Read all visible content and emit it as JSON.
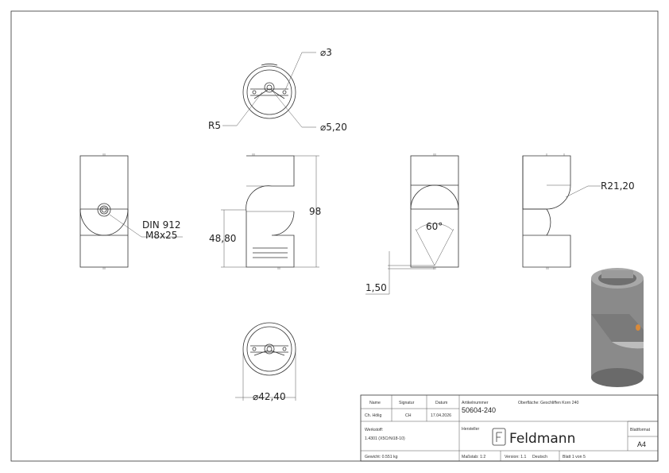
{
  "dimensions": {
    "hole_dia": "⌀3",
    "radius_small": "R5",
    "bore_dia": "⌀5,20",
    "thread_line1": "DIN 912",
    "thread_line2": "M8x25",
    "height_total": "98",
    "height_partial": "48,80",
    "angle": "60°",
    "offset": "1,50",
    "radius_large": "R21,20",
    "outer_dia": "⌀42,40"
  },
  "title_block": {
    "name_label": "Name",
    "signature_label": "Signatur",
    "date_label": "Datum",
    "name_value": "Ch. Hölig",
    "signature_value": "CH",
    "date_value": "17.04.2026",
    "article_label": "Artikelnummer",
    "article_value": "50604-240",
    "surface_label": "Oberfläche:",
    "surface_value": "Geschliffen Korn 240",
    "material_label": "Werkstoff:",
    "material_value": "1.4301 (X5CrNi18-10)",
    "manufacturer_label": "Hersteller",
    "brand": "Feldmann",
    "format_label": "Blattformat",
    "format_value": "A4",
    "weight": "Gewicht: 0.551 kg",
    "scale": "Maßstab: 1:2",
    "version": "Version: 1.1",
    "language": "Deutsch",
    "sheet": "Blatt 1 von 5"
  }
}
